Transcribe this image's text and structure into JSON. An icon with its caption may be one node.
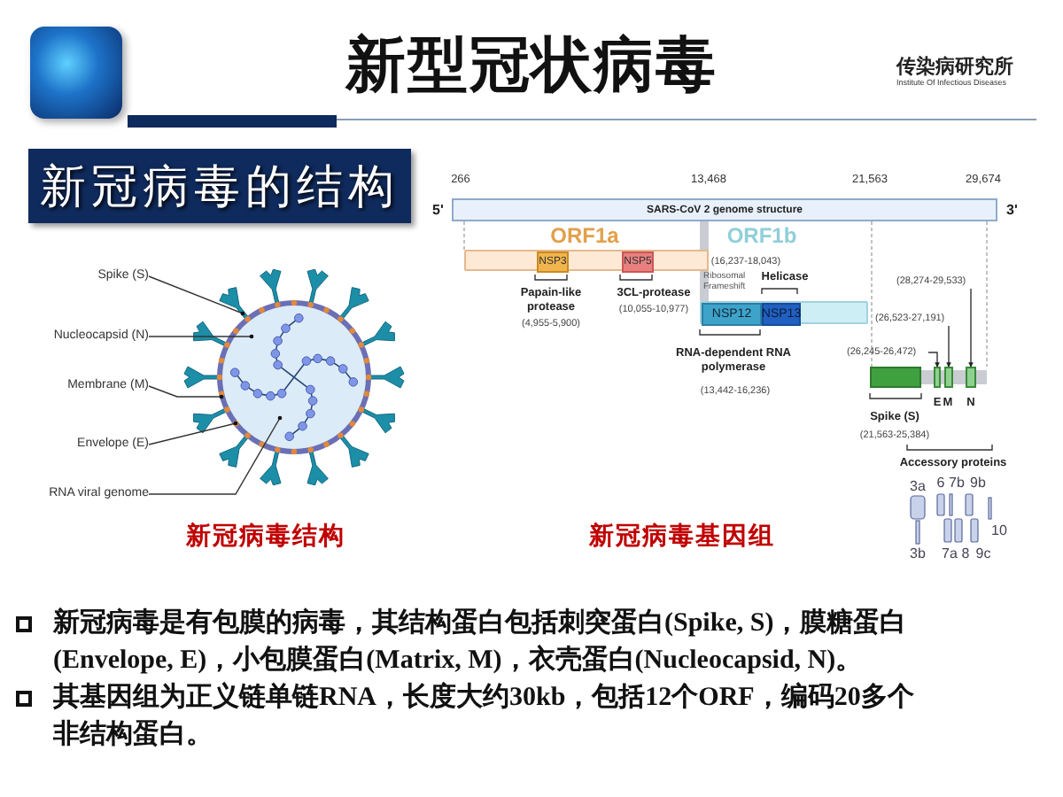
{
  "diagram": {
    "title": "新型冠状病毒",
    "nodes": [
      {
        "text": [
          "新冠病毒的结构"
        ]
      },
      {
        "text": [
          "Spike (S)"
        ]
      },
      {
        "text": [
          "Nucleocapsid (N)"
        ]
      },
      {
        "text": [
          "Membrane (M)"
        ]
      },
      {
        "text": [
          "Envelope (E)"
        ]
      },
      {
        "text": [
          "RNA viral genome"
        ]
      },
      {
        "text": [
          "SARS-CoV 2 genome structure"
        ],
        "beside": [
          "5'",
          "3'"
        ]
      },
      {
        "text": [],
        "shape": "bar"
      },
      {
        "text": [
          "NSP3"
        ],
        "in": 7
      },
      {
        "text": [
          "NSP5"
        ],
        "in": 7
      },
      {
        "text": [],
        "shape": "bar"
      },
      {
        "text": [
          "NSP12"
        ],
        "in": 10
      },
      {
        "text": [
          "NSP13"
        ],
        "in": 10
      },
      {
        "text": [],
        "shape": "box"
      },
      {
        "text": [],
        "shape": "box"
      },
      {
        "text": [],
        "shape": "box"
      },
      {
        "text": [],
        "shape": "box"
      },
      {
        "text": [
          "(26,245-26,472)"
        ]
      },
      {
        "text": [
          "(26,523-27,191)"
        ]
      },
      {
        "text": [
          "(28,274-29,533)"
        ]
      }
    ],
    "edges": [
      {
        "from": 1,
        "to": null,
        "arrow": "other"
      },
      {
        "from": 2,
        "to": null,
        "arrow": "other"
      },
      {
        "from": 3,
        "to": null,
        "arrow": "other"
      },
      {
        "from": 4,
        "to": null,
        "arrow": "other"
      },
      {
        "from": 5,
        "to": null,
        "arrow": "other"
      },
      {
        "from": 17,
        "to": 14,
        "arrow": "to"
      },
      {
        "from": 18,
        "to": 15,
        "arrow": "to"
      },
      {
        "from": 19,
        "to": 16,
        "arrow": "to"
      }
    ],
    "labels": [
      "传染病研究所",
      "Institute Of Infectious Diseases",
      "266",
      "13,468",
      "21,563",
      "29,674",
      "ORF1a",
      "ORF1b",
      "(16,237-18,043)",
      "Ribosomal Frameshift",
      "Helicase",
      "Papain-like protease",
      "3CL-protease",
      "(4,955-5,900)",
      "(10,055-10,977)",
      "RNA-dependent RNA polymerase",
      "(13,442-16,236)",
      "E",
      "M",
      "N",
      "Spike (S)",
      "(21,563-25,384)",
      "Accessory proteins",
      "3a",
      "6",
      "7b",
      "9b",
      "10",
      "3b",
      "7a",
      "8",
      "9c",
      "新冠病毒结构",
      "新冠病毒基因组",
      "新冠病毒是有包膜的病毒，其结构蛋白包括刺突蛋白(Spike, S)，膜糖蛋白(Envelope, E)，小包膜蛋白(Matrix, M)，衣壳蛋白(Nucleocapsid, N)。",
      "其基因组为正义链单链RNA，长度大约30kb，包括12个ORF，编码20多个非结构蛋白。"
    ]
  }
}
